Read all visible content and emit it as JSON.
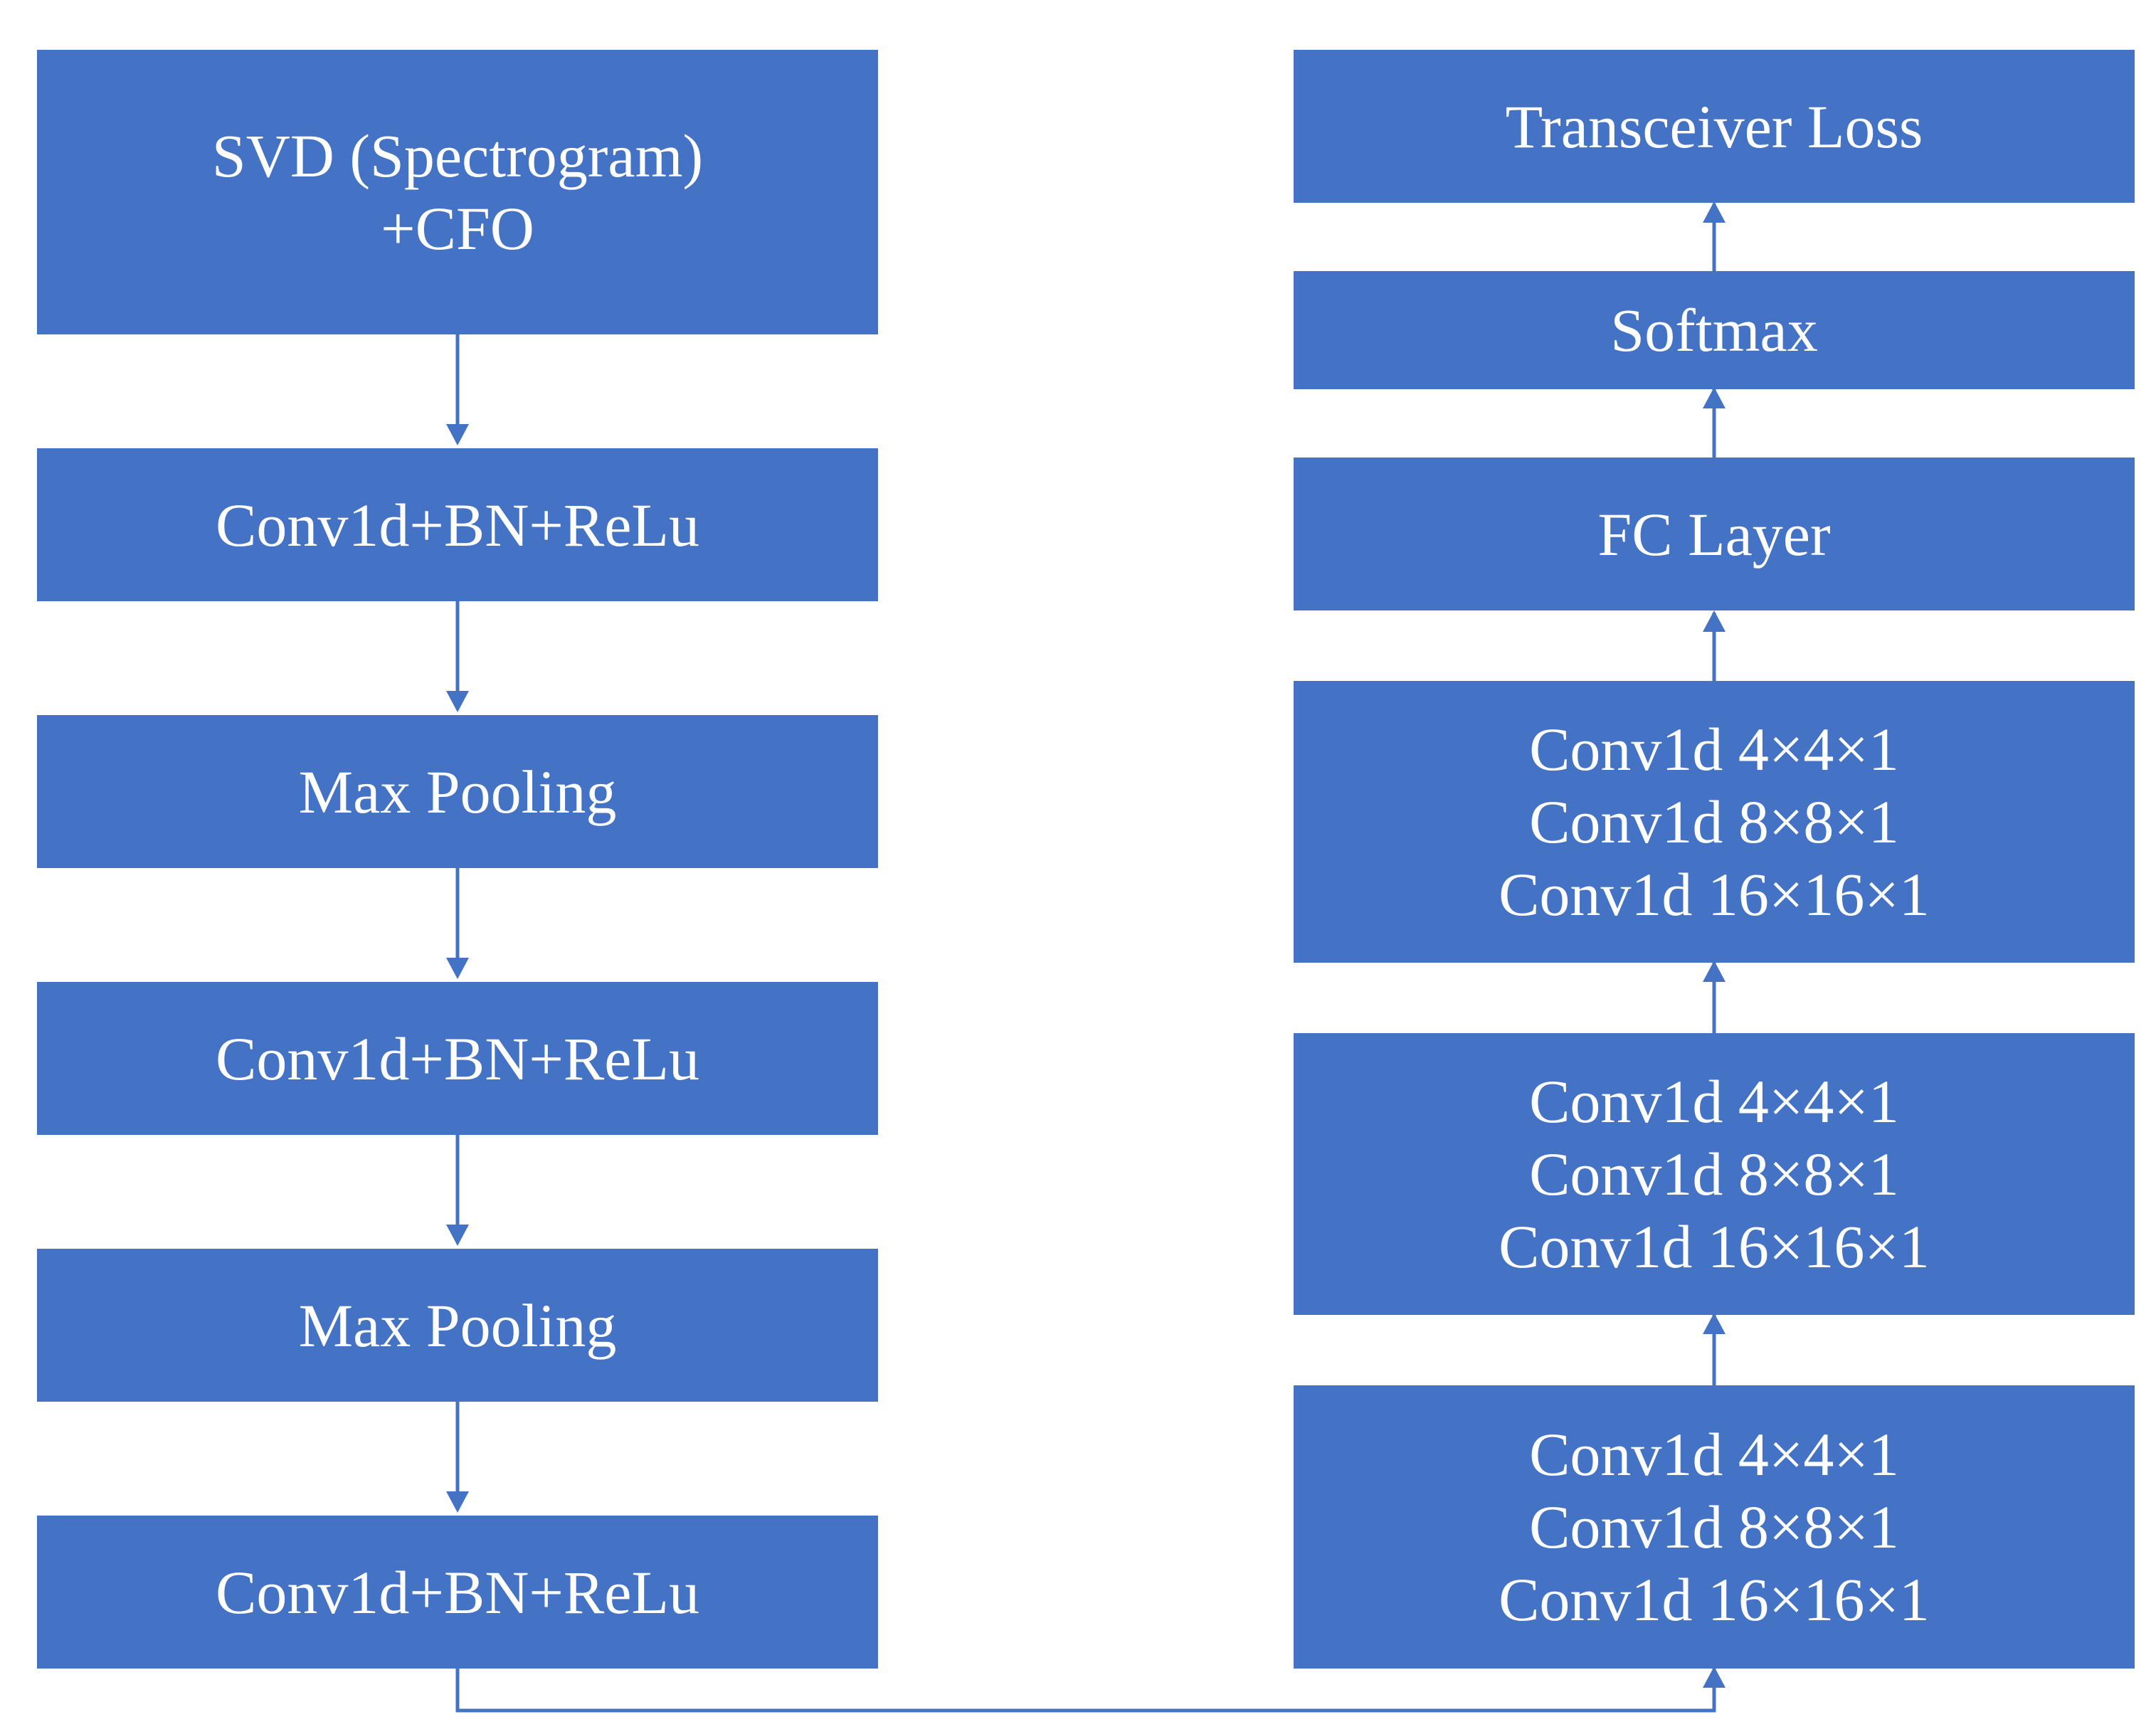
{
  "left_column": [
    {
      "lines": [
        "SVD (Spectrogram)",
        "+CFO"
      ]
    },
    {
      "lines": [
        "Conv1d+BN+ReLu"
      ]
    },
    {
      "lines": [
        "Max Pooling"
      ]
    },
    {
      "lines": [
        "Conv1d+BN+ReLu"
      ]
    },
    {
      "lines": [
        "Max Pooling"
      ]
    },
    {
      "lines": [
        "Conv1d+BN+ReLu"
      ]
    }
  ],
  "right_column": [
    {
      "lines": [
        "Transceiver Loss"
      ]
    },
    {
      "lines": [
        "Softmax"
      ]
    },
    {
      "lines": [
        "FC Layer"
      ]
    },
    {
      "lines": [
        "Conv1d 4×4×1",
        "Conv1d 8×8×1",
        "Conv1d 16×16×1"
      ]
    },
    {
      "lines": [
        "Conv1d 4×4×1",
        "Conv1d 8×8×1",
        "Conv1d 16×16×1"
      ]
    },
    {
      "lines": [
        "Conv1d 4×4×1",
        "Conv1d 8×8×1",
        "Conv1d 16×16×1"
      ]
    }
  ],
  "colors": {
    "box_fill": "#4472c4",
    "text": "#ffffff",
    "connector": "#4472c4"
  }
}
